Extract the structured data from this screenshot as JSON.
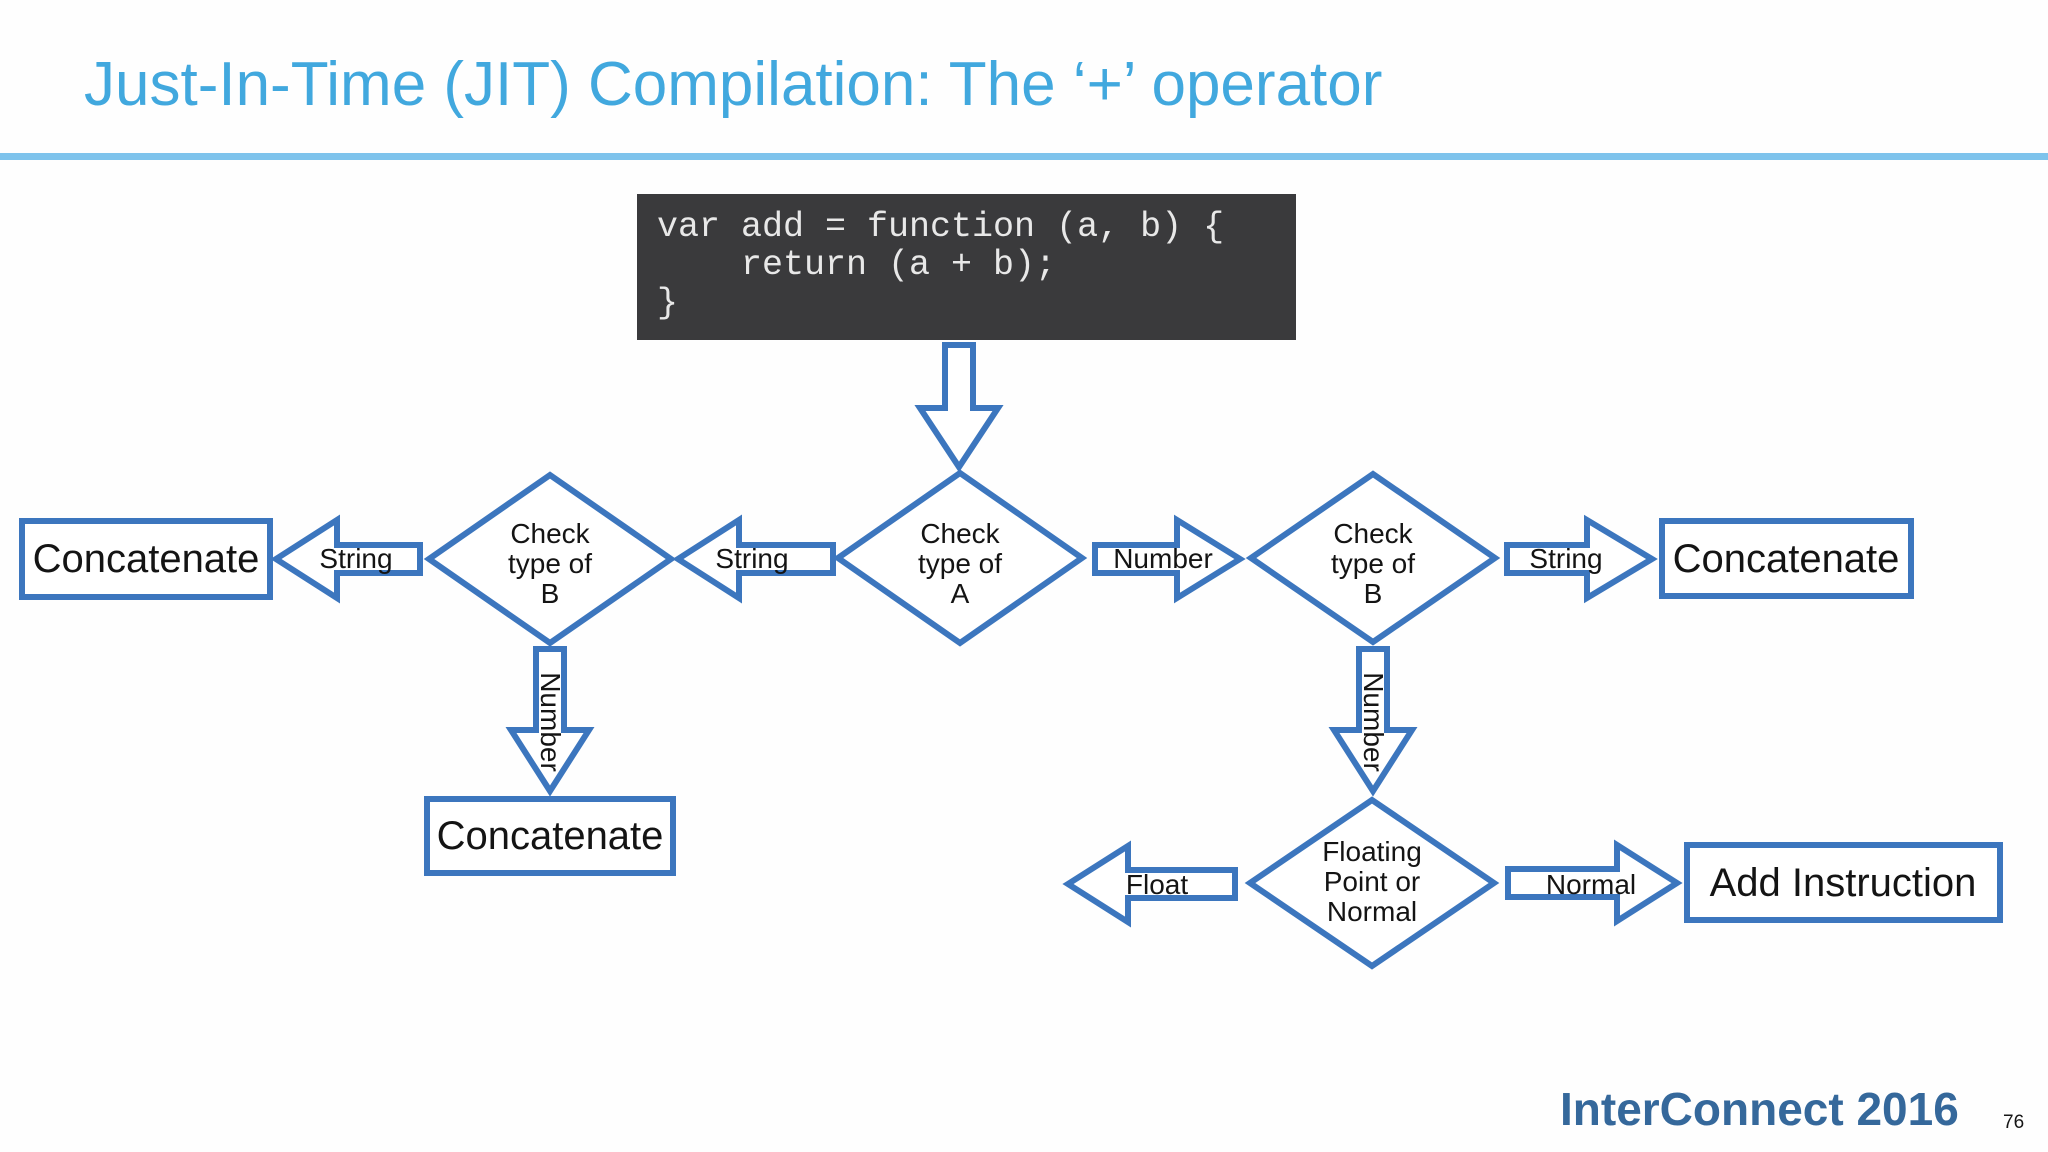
{
  "slide": {
    "title": "Just-In-Time (JIT) Compilation: The ‘+’ operator",
    "code_block": {
      "lines": [
        "var add = function (a, b) {",
        "    return (a + b);",
        "}"
      ]
    },
    "flowchart": {
      "decision_a": {
        "lines": [
          "Check",
          "type of",
          "A"
        ]
      },
      "decision_b_left": {
        "lines": [
          "Check",
          "type of",
          "B"
        ]
      },
      "decision_b_right": {
        "lines": [
          "Check",
          "type of",
          "B"
        ]
      },
      "decision_float_or_normal": {
        "lines": [
          "Floating",
          "Point or",
          "Normal"
        ]
      },
      "box_concatenate_left": "Concatenate",
      "box_concatenate_bottom": "Concatenate",
      "box_concatenate_right": "Concatenate",
      "box_add_instruction": "Add Instruction",
      "label_string_far_left": "String",
      "label_string_mid_left": "String",
      "label_number_mid_right": "Number",
      "label_string_far_right": "String",
      "label_number_down_left": "Number",
      "label_number_down_right": "Number",
      "label_float": "Float",
      "label_normal": "Normal"
    },
    "footer": {
      "brand": "InterConnect 2016",
      "page_number": "76"
    },
    "colors": {
      "title": "#41a8de",
      "title_rule": "#7ec3ec",
      "shape_stroke": "#3c76be",
      "code_background": "#3a3a3c",
      "code_text": "#e8e8e8",
      "brand_text": "#35689b"
    }
  }
}
